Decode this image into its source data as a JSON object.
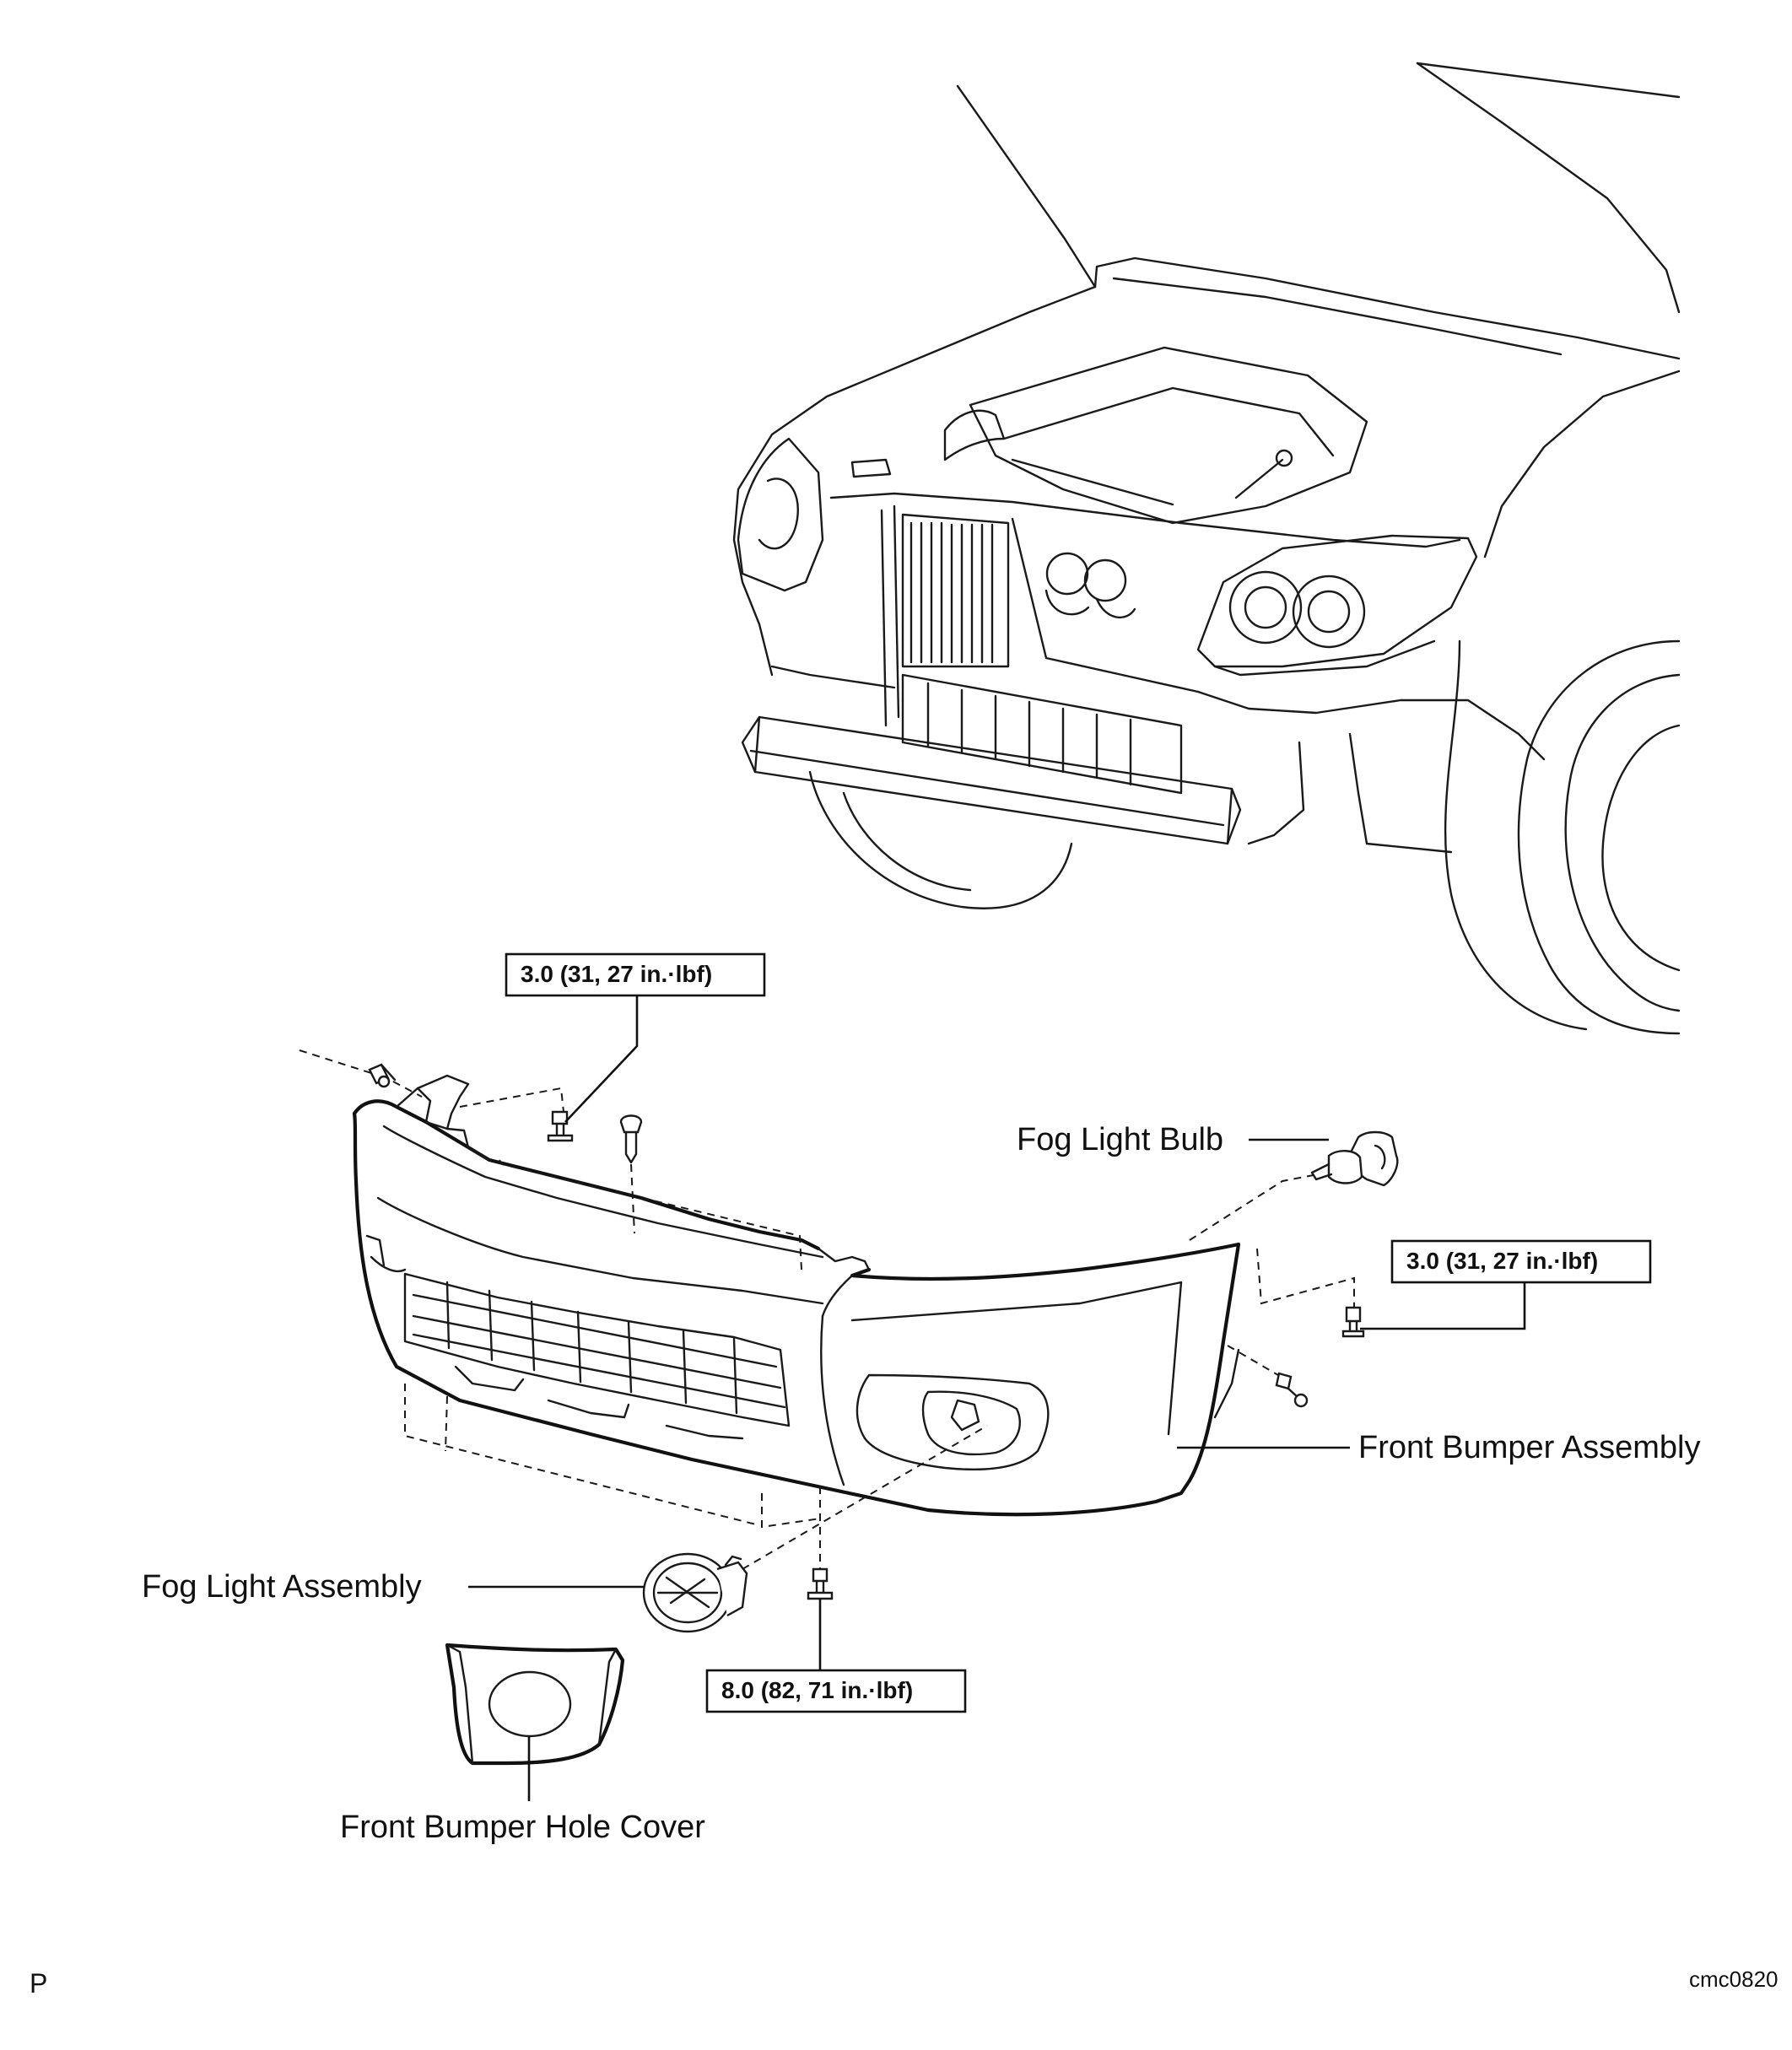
{
  "labels": {
    "fog_light_bulb": "Fog Light Bulb",
    "front_bumper_assembly": "Front Bumper Assembly",
    "fog_light_assembly": "Fog Light Assembly",
    "front_bumper_hole_cover": "Front Bumper Hole Cover"
  },
  "torque_specs": {
    "upper_left": "3.0 (31, 27 in.·lbf)",
    "right": "3.0 (31, 27 in.·lbf)",
    "bottom": "8.0 (82, 71 in.·lbf)"
  },
  "corner": {
    "left_mark": "P",
    "figure_code": "cmc0820"
  },
  "colors": {
    "ink": "#111111",
    "background": "#ffffff"
  }
}
